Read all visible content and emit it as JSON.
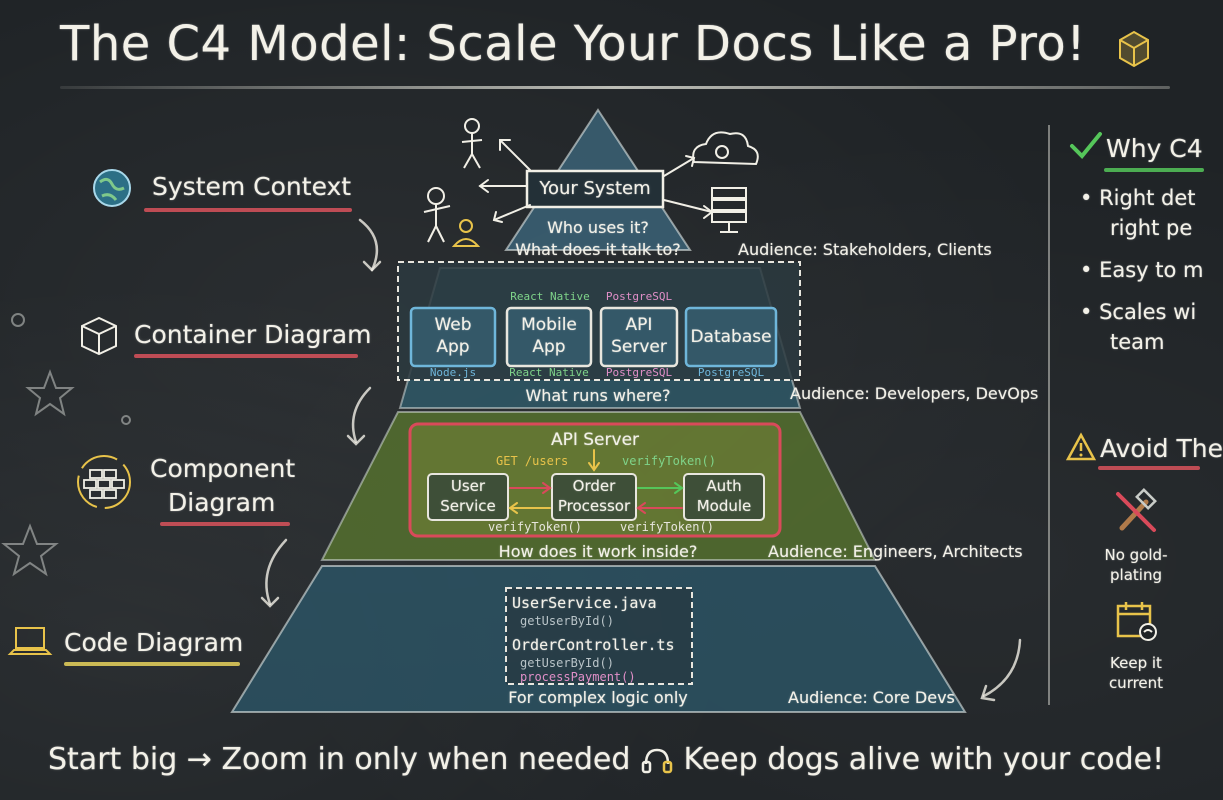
{
  "title": "The C4 Model: Scale Your Docs Like a Pro!",
  "levels": {
    "context": {
      "label": "System Context",
      "system_box": "Your System",
      "question_1": "Who uses it?",
      "question_2": "What does it talk to?",
      "audience": "Audience: Stakeholders, Clients"
    },
    "container": {
      "label": "Container Diagram",
      "boxes": [
        {
          "name_1": "Web",
          "name_2": "App",
          "tech_bottom": "Node.js"
        },
        {
          "name_1": "Mobile",
          "name_2": "App",
          "tech_top": "React Native",
          "tech_bottom": "React Native"
        },
        {
          "name_1": "API",
          "name_2": "Server",
          "tech_top": "PostgreSQL",
          "tech_bottom": "PostgreSQL"
        },
        {
          "name_1": "Database",
          "tech_bottom": "PostgreSQL"
        }
      ],
      "question": "What runs where?",
      "audience": "Audience: Developers, DevOps"
    },
    "component": {
      "label_1": "Component",
      "label_2": "Diagram",
      "group_title": "API Server",
      "boxes": [
        {
          "name_1": "User",
          "name_2": "Service"
        },
        {
          "name_1": "Order",
          "name_2": "Processor"
        },
        {
          "name_1": "Auth",
          "name_2": "Module"
        }
      ],
      "edge_get_users": "GET /users",
      "edge_verify_top": "verifyToken()",
      "edge_verify_bottom_left": "verifyToken()",
      "edge_verify_bottom_right": "verifyToken()",
      "question": "How does it work inside?",
      "audience": "Audience: Engineers, Architects"
    },
    "code": {
      "label": "Code Diagram",
      "file_1": "UserService.java",
      "file_1_method": "getUserById()",
      "file_2": "OrderController.ts",
      "file_2_method_1": "getUserById()",
      "file_2_method_2": "processPayment()",
      "note": "For complex logic only",
      "audience": "Audience: Core Devs"
    }
  },
  "side_panel": {
    "why_heading": "Why C4",
    "why_items": [
      "Right det",
      "right pe",
      "Easy to m",
      "Scales wi",
      "team"
    ],
    "avoid_heading": "Avoid The",
    "avoid_items": [
      {
        "line_1": "No gold-",
        "line_2": "plating",
        "icon": "hammer-icon"
      },
      {
        "line_1": "Keep it",
        "line_2": "current",
        "icon": "calendar-icon"
      }
    ]
  },
  "footer": {
    "text_1": "Start big",
    "text_2": "Zoom in only when needed",
    "text_3": "Keep dogs alive with your code!"
  },
  "colors": {
    "context_fill": "#3d6a80",
    "container_fill": "#2f6678",
    "component_fill": "#59762e",
    "code_fill": "#2c5566",
    "underline_red": "#d9525c",
    "underline_yellow": "#e7d25c",
    "check_green": "#55c65a",
    "warn_yellow": "#e8c34a"
  }
}
